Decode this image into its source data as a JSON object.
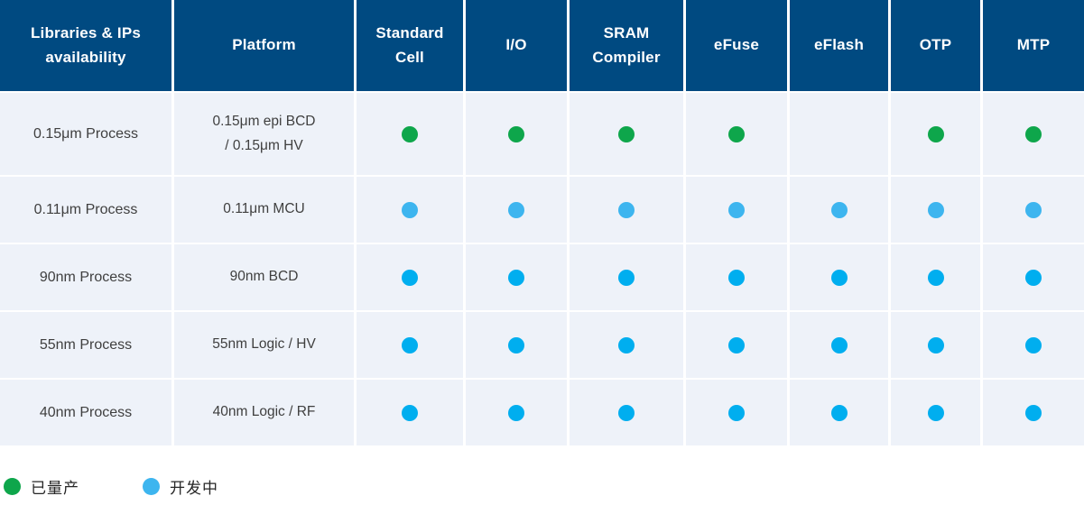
{
  "chart_data": {
    "type": "table",
    "columns": [
      {
        "key": "libraries-ips-availability",
        "label": "Libraries & IPs\navailability"
      },
      {
        "key": "platform",
        "label": "Platform"
      },
      {
        "key": "standard-cell",
        "label": "Standard\nCell"
      },
      {
        "key": "io",
        "label": "I/O"
      },
      {
        "key": "sram-compiler",
        "label": "SRAM\nCompiler"
      },
      {
        "key": "efuse",
        "label": "eFuse"
      },
      {
        "key": "eflash",
        "label": "eFlash"
      },
      {
        "key": "otp",
        "label": "OTP"
      },
      {
        "key": "mtp",
        "label": "MTP"
      }
    ],
    "rows": [
      {
        "process": "0.15μm Process",
        "platform": "0.15μm epi BCD\n/ 0.15μm HV",
        "statuses": [
          "green",
          "green",
          "green",
          "green",
          "none",
          "green",
          "green"
        ]
      },
      {
        "process": "0.11μm Process",
        "platform": "0.11μm MCU",
        "statuses": [
          "lightblue",
          "lightblue",
          "lightblue",
          "lightblue",
          "lightblue",
          "lightblue",
          "lightblue"
        ]
      },
      {
        "process": "90nm Process",
        "platform": "90nm BCD",
        "statuses": [
          "blue",
          "blue",
          "blue",
          "blue",
          "blue",
          "blue",
          "blue"
        ]
      },
      {
        "process": "55nm Process",
        "platform": "55nm Logic / HV",
        "statuses": [
          "blue",
          "blue",
          "blue",
          "blue",
          "blue",
          "blue",
          "blue"
        ]
      },
      {
        "process": "40nm Process",
        "platform": "40nm Logic / RF",
        "statuses": [
          "blue",
          "blue",
          "blue",
          "blue",
          "blue",
          "blue",
          "blue"
        ]
      }
    ],
    "legend": [
      {
        "color_key": "green",
        "label": "已量产"
      },
      {
        "color_key": "lightblue",
        "label": "开发中"
      }
    ],
    "status_meanings": {
      "green": "已量产",
      "blue": "开发中",
      "lightblue": "开发中"
    }
  },
  "colors": {
    "header_bg": "#004a81",
    "row_bg": "#eef2f9",
    "gap": "#ffffff",
    "header_text": "#ffffff",
    "body_text": "#3f3f3f",
    "legend_text": "#262626",
    "green": "#0ea64b",
    "blue": "#00aeef",
    "lightblue": "#3db5ef"
  }
}
